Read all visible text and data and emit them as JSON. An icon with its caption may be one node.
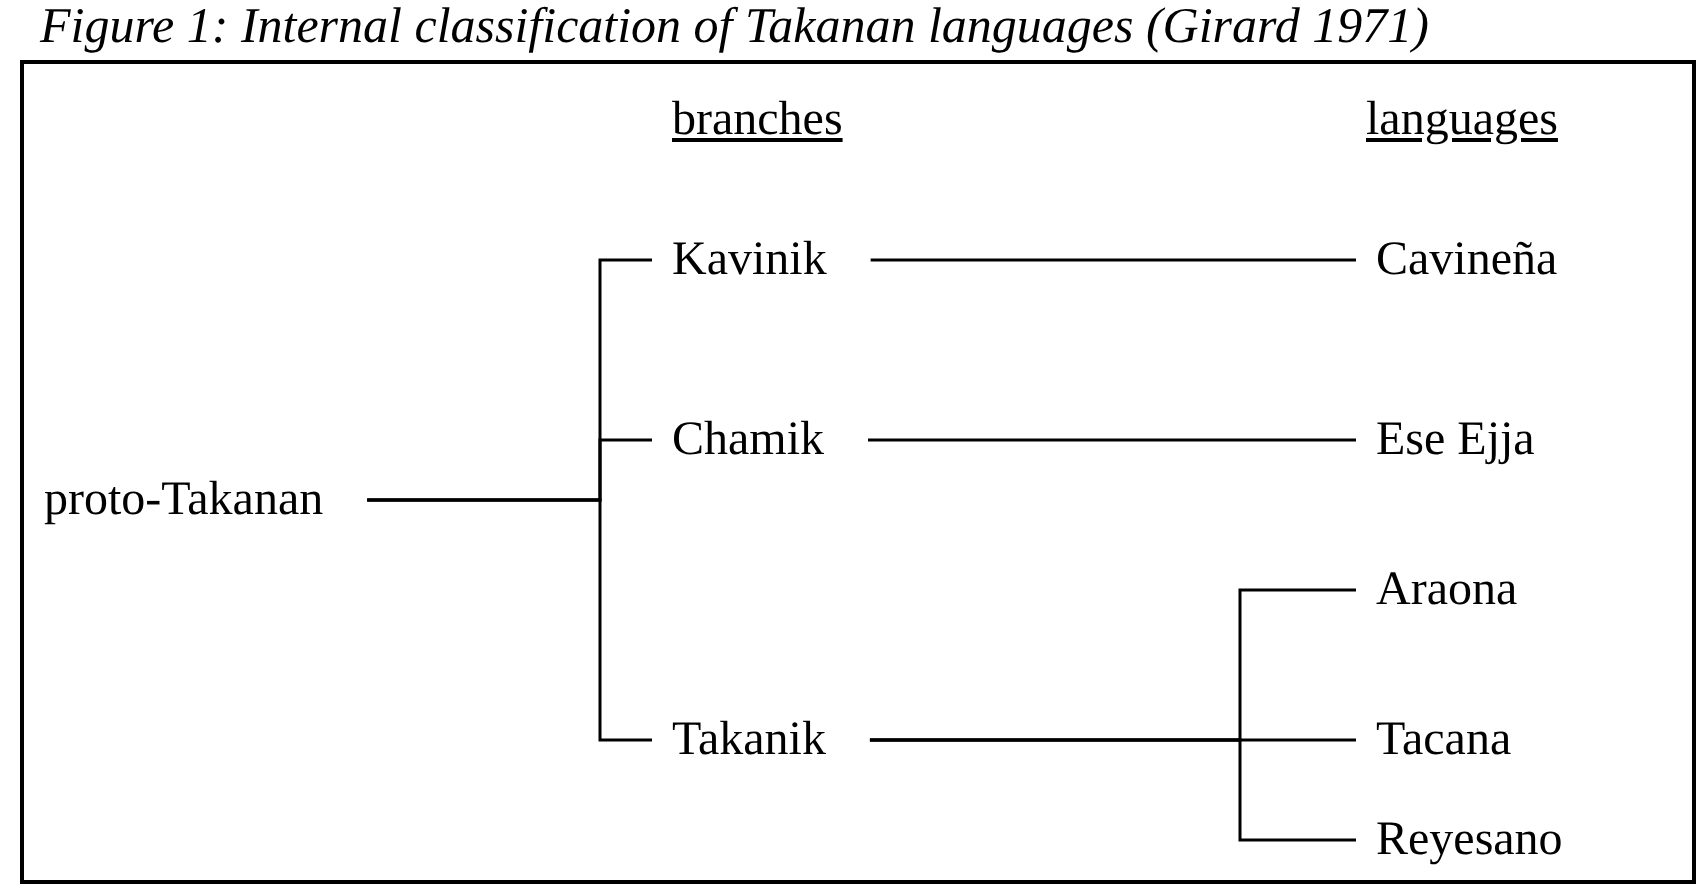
{
  "diagram": {
    "title": "Figure 1: Internal classification of Takanan languages (Girard 1971)",
    "nodes": [
      {
        "text": [
          "proto-Takanan"
        ]
      },
      {
        "text": [
          "Kavinik"
        ]
      },
      {
        "text": [
          "Chamik"
        ]
      },
      {
        "text": [
          "Takanik"
        ]
      },
      {
        "text": [
          "Cavineña"
        ]
      },
      {
        "text": [
          "Ese Ejja"
        ]
      },
      {
        "text": [
          "Araona"
        ]
      },
      {
        "text": [
          "Tacana"
        ]
      },
      {
        "text": [
          "Reyesano"
        ]
      }
    ],
    "edges": [
      {
        "from": 0,
        "to": 1,
        "arrow": "none"
      },
      {
        "from": 0,
        "to": 2,
        "arrow": "none"
      },
      {
        "from": 0,
        "to": 3,
        "arrow": "none"
      },
      {
        "from": 1,
        "to": 4,
        "arrow": "none"
      },
      {
        "from": 2,
        "to": 5,
        "arrow": "none"
      },
      {
        "from": 3,
        "to": 6,
        "arrow": "none"
      },
      {
        "from": 3,
        "to": 7,
        "arrow": "none"
      },
      {
        "from": 3,
        "to": 8,
        "arrow": "none"
      }
    ],
    "labels": [
      "branches",
      "languages"
    ]
  }
}
